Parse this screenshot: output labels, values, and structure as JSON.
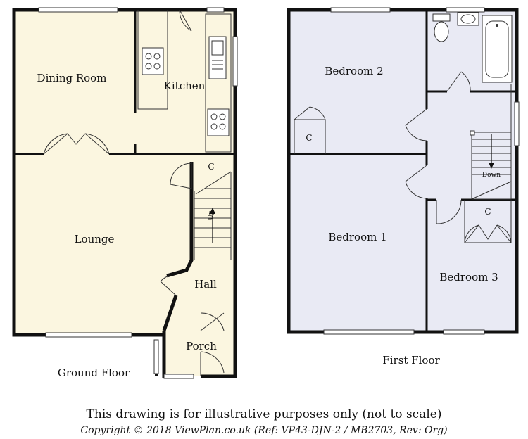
{
  "ground_floor": {
    "caption": "Ground Floor",
    "rooms": {
      "dining_room": "Dining Room",
      "kitchen": "Kitchen",
      "lounge": "Lounge",
      "hall": "Hall",
      "porch": "Porch",
      "cupboard": "C",
      "stairs_up": "Up"
    }
  },
  "first_floor": {
    "caption": "First Floor",
    "rooms": {
      "bedroom_2": "Bedroom 2",
      "bedroom_1": "Bedroom 1",
      "bedroom_3": "Bedroom 3",
      "cupboard_b2": "C",
      "cupboard_b3": "C",
      "stairs_down": "Down"
    }
  },
  "footer": {
    "disclaimer": "This drawing is for illustrative purposes only (not to scale)",
    "copyright": "Copyright © 2018 ViewPlan.co.uk  (Ref: VP43-DJN-2 / MB2703,  Rev: Org)"
  },
  "colors": {
    "ground_fill": "#fbf6e0",
    "first_fill": "#e9eaf4",
    "wall": "#111111"
  }
}
